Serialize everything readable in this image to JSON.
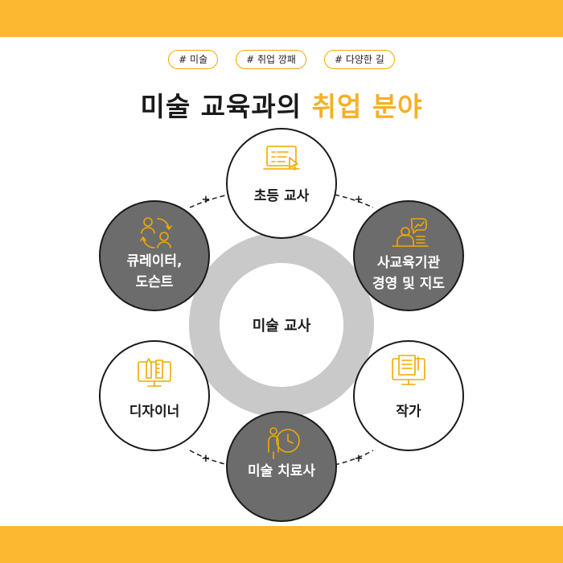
{
  "tags": [
    "# 미술",
    "# 취업 깡패",
    "# 다양한 길"
  ],
  "title": {
    "part1": "미술 교육과의",
    "part2": "취업 분야"
  },
  "center": {
    "label": "미술 교사"
  },
  "nodes": [
    {
      "label1": "초등 교사",
      "label2": "",
      "icon": "laptop-checklist-icon",
      "style": "white"
    },
    {
      "label1": "사교육기관",
      "label2": "경영 및 지도",
      "icon": "consultant-desk-icon",
      "style": "gray"
    },
    {
      "label1": "작가",
      "label2": "",
      "icon": "monitor-document-icon",
      "style": "white"
    },
    {
      "label1": "미술 치료사",
      "label2": "",
      "icon": "person-clock-icon",
      "style": "gray"
    },
    {
      "label1": "디자이너",
      "label2": "",
      "icon": "monitor-tools-icon",
      "style": "white"
    },
    {
      "label1": "큐레이터,",
      "label2": "도슨트",
      "icon": "people-exchange-icon",
      "style": "gray"
    }
  ],
  "connector_symbol": "+",
  "colors": {
    "accent": "#fcb830",
    "gray_node": "#6c6c6c",
    "ring": "#c9c9c9",
    "stroke": "#1a1a1a"
  }
}
